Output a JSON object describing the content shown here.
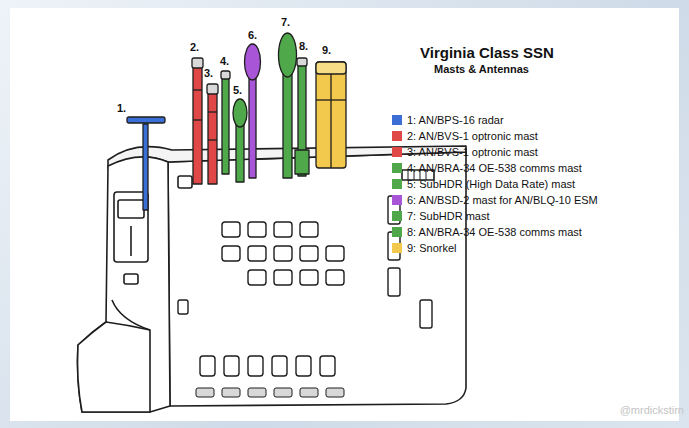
{
  "diagram": {
    "title": "Virginia Class SSN",
    "labels": [
      "Masts & Antennas",
      "1.",
      "2.",
      "3.",
      "4.",
      "5.",
      "6.",
      "7.",
      "8.",
      "9.",
      "@mrdickstirn"
    ],
    "legend": [
      {
        "text": "1: AN/BPS-16 radar",
        "color": "#3b6fd6"
      },
      {
        "text": "2: AN/BVS-1 optronic mast",
        "color": "#e04848"
      },
      {
        "text": "3: AN/BVS-1 optronic mast",
        "color": "#e04848"
      },
      {
        "text": "4: AN/BRA-34 OE-538 comms mast",
        "color": "#4fa84a"
      },
      {
        "text": "5: SubHDR (High Data Rate) mast",
        "color": "#4fa84a"
      },
      {
        "text": "6: AN/BSD-2 mast for AN/BLQ-10 ESM",
        "color": "#a855d8"
      },
      {
        "text": "7: SubHDR mast",
        "color": "#4fa84a"
      },
      {
        "text": "8: AN/BRA-34 OE-538 comms mast",
        "color": "#4fa84a"
      },
      {
        "text": "9: Snorkel",
        "color": "#f2c94c"
      }
    ]
  }
}
